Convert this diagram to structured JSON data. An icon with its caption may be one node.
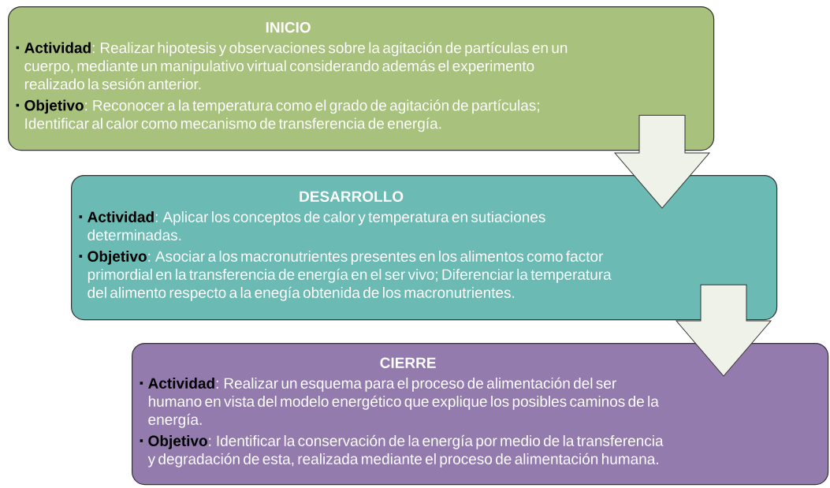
{
  "diagram": {
    "nodes": [
      {
        "text": [
          "INICIO",
          "**Actividad**: Realizar hipotesis y observaciones sobre la agitación de partículas en un cuerpo, mediante un manipulativo virtual considerando además el experimento realizado la sesión anterior.",
          "**Objetivo**: Reconocer a la temperatura como el grado de agitación de partículas; Identificar al calor como mecanismo de transferencia de energía."
        ]
      },
      {
        "text": [
          "DESARROLLO",
          "**Actividad**: Aplicar los conceptos de calor y temperatura en sutiaciones determinadas.",
          "**Objetivo**: Asociar a los macronutrientes presentes en los alimentos como factor primordial en la transferencia de energía en el ser vivo; Diferenciar la temperatura del alimento respecto a la enegía obtenida de los macronutrientes."
        ]
      },
      {
        "text": [
          "CIERRE",
          "**Actividad**: Realizar un esquema para el proceso de alimentación del ser humano en vista del modelo energético que explique los posibles caminos de la energía.",
          "**Objetivo**: Identificar la conservación de la energía por medio de la transferencia y degradación de esta, realizada mediante el proceso de alimentación humana."
        ]
      }
    ],
    "edges": [
      {
        "from": 0,
        "to": 1,
        "arrow": "to"
      },
      {
        "from": 1,
        "to": 2,
        "arrow": "to"
      }
    ]
  }
}
